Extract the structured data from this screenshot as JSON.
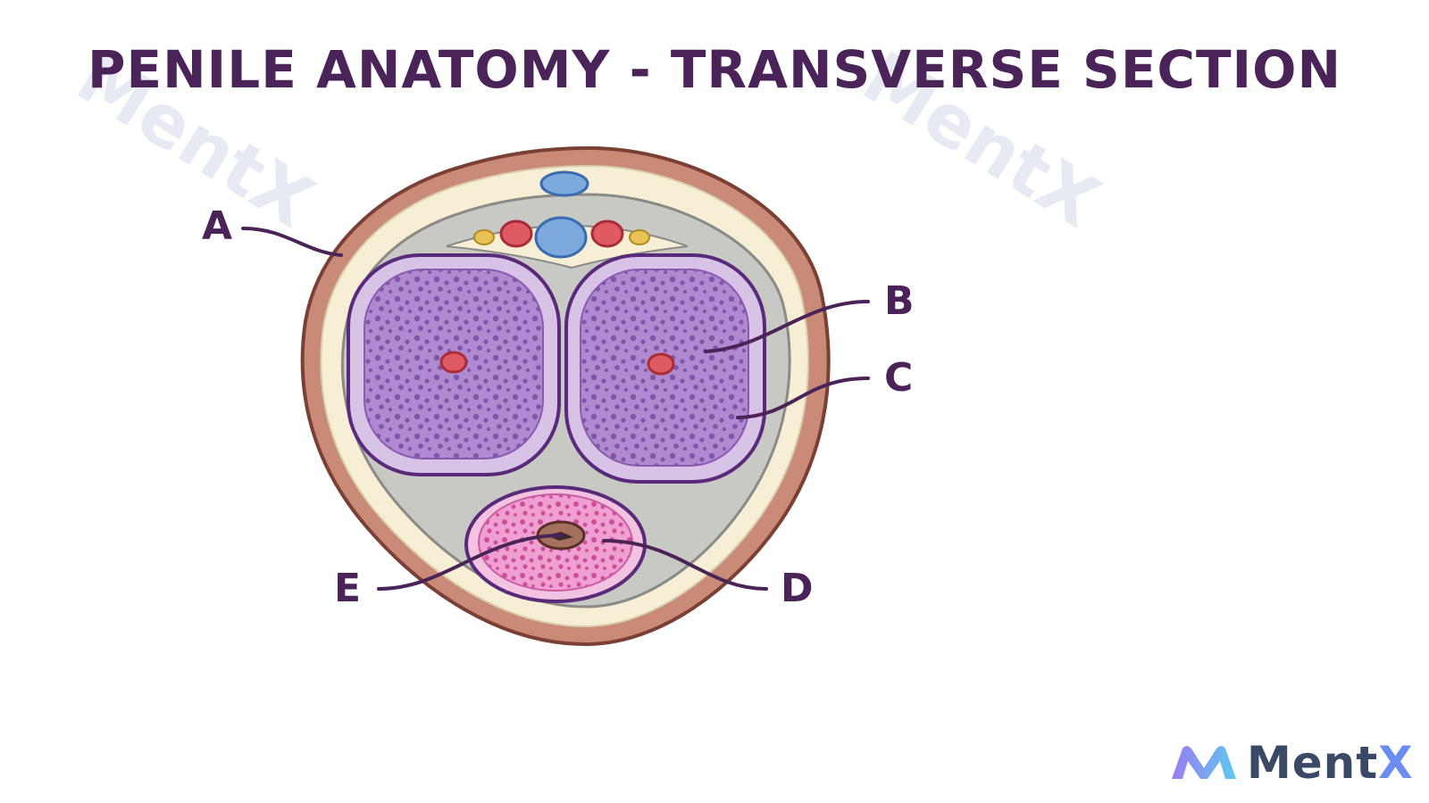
{
  "title": "PENILE ANATOMY - TRANSVERSE SECTION",
  "labels": {
    "a": "A",
    "b": "B",
    "c": "C",
    "d": "D",
    "e": "E"
  },
  "brand": {
    "name_main": "Ment",
    "name_accent": "X",
    "logo_icon": "mentx-logo-icon"
  },
  "watermark": {
    "text": "MentX"
  },
  "colors": {
    "title": "#4a2458",
    "skin": "#c98a78",
    "fat": "#f6efd6",
    "fascia": "#c8c8c4",
    "tunica": "#d6c3e6",
    "cavernosum": "#a77cc7",
    "spongiosum": "#e98ac4",
    "vein": "#7ea9dd",
    "artery": "#e05a64",
    "nerve": "#e8c254"
  }
}
